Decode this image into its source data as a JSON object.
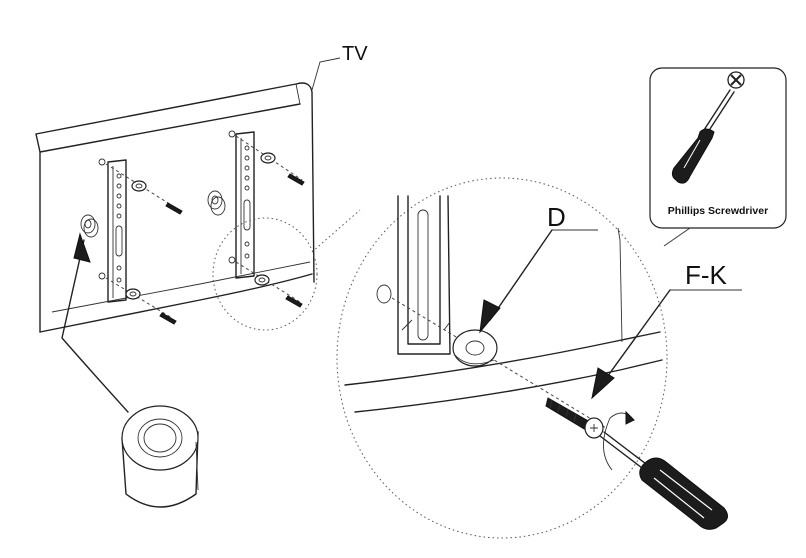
{
  "labels": {
    "tv": "TV",
    "washer": "D",
    "screw": "F-K",
    "tool": "Phillips Screwdriver"
  },
  "icons": {
    "tool_mark": "phillips-cross"
  }
}
